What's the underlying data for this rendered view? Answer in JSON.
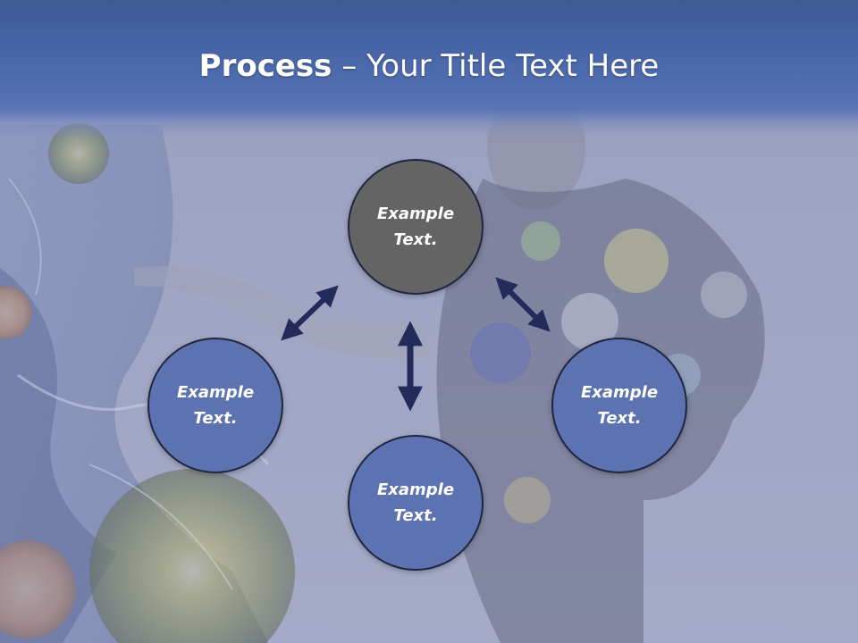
{
  "title": {
    "bold": "Process",
    "separator": " – ",
    "rest": "Your Title Text Here"
  },
  "nodes": [
    {
      "label": "Example Text.",
      "fill": "#646464"
    },
    {
      "label": "Example Text.",
      "fill": "#5d72b1"
    },
    {
      "label": "Example Text.",
      "fill": "#5d72b1"
    },
    {
      "label": "Example Text.",
      "fill": "#5d72b1"
    }
  ],
  "colors": {
    "arrow": "#232b5a",
    "band": "#4a68aa",
    "outline": "#1f2740"
  }
}
